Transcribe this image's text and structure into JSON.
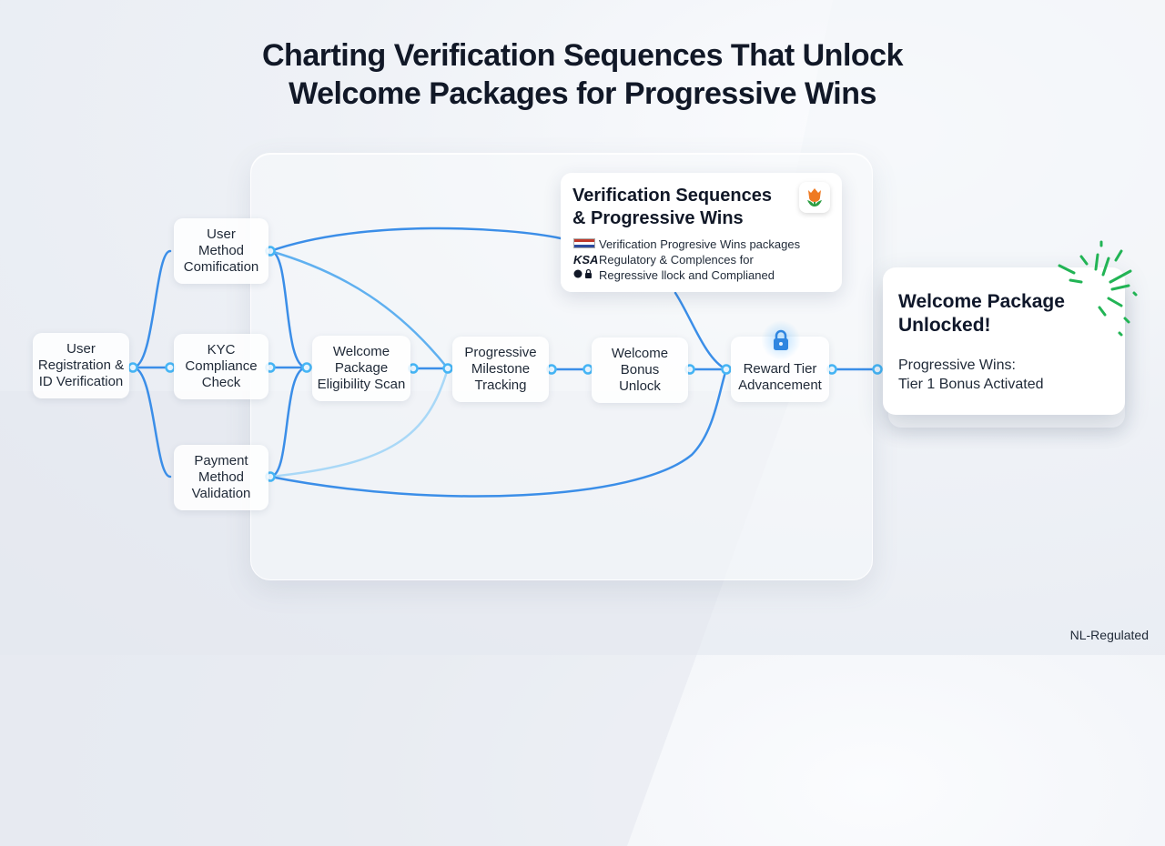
{
  "title": {
    "line1": "Charting Verification Sequences That Unlock",
    "line2": "Welcome Packages for Progressive Wins"
  },
  "nodes": {
    "registration": {
      "line1": "User",
      "line2": "Registration &",
      "line3": "ID Verification"
    },
    "method": {
      "line1": "User",
      "line2": "Method",
      "line3": "Comification"
    },
    "kyc": {
      "line1": "KYC",
      "line2": "Compliance",
      "line3": "Check"
    },
    "payment": {
      "line1": "Payment",
      "line2": "Method",
      "line3": "Validation"
    },
    "eligibility": {
      "line1": "Welcome",
      "line2": "Package",
      "line3": "Eligibility Scan"
    },
    "milestone": {
      "line1": "Progressive",
      "line2": "Milestone",
      "line3": "Tracking"
    },
    "bonus": {
      "line1": "Welcome",
      "line2": "Bonus",
      "line3": "Unlock"
    },
    "reward": {
      "line1": "Reward Tier",
      "line2": "Advancement"
    }
  },
  "info_card": {
    "title_line1": "Verification Sequences",
    "title_line2": "& Progressive Wins",
    "rows": [
      {
        "icon": "flag-icon",
        "text": "Verification Progresive Wins packages"
      },
      {
        "icon_text": "KSA",
        "text": "Regulatory & Complences for"
      },
      {
        "icon": "shield-lock-icon",
        "text": "Regressive llock and Complianed"
      }
    ]
  },
  "result_card": {
    "title_line1": "Welcome Package",
    "title_line2": "Unlocked!",
    "body_line1": "Progressive Wins:",
    "body_line2": "Tier 1 Bonus Activated"
  },
  "footer": "NL-Regulated",
  "colors": {
    "link_blue": "#3b8ee8",
    "link_light": "#7cc3f5",
    "node_dot": "#46b6f6",
    "confetti_green": "#22b455"
  }
}
